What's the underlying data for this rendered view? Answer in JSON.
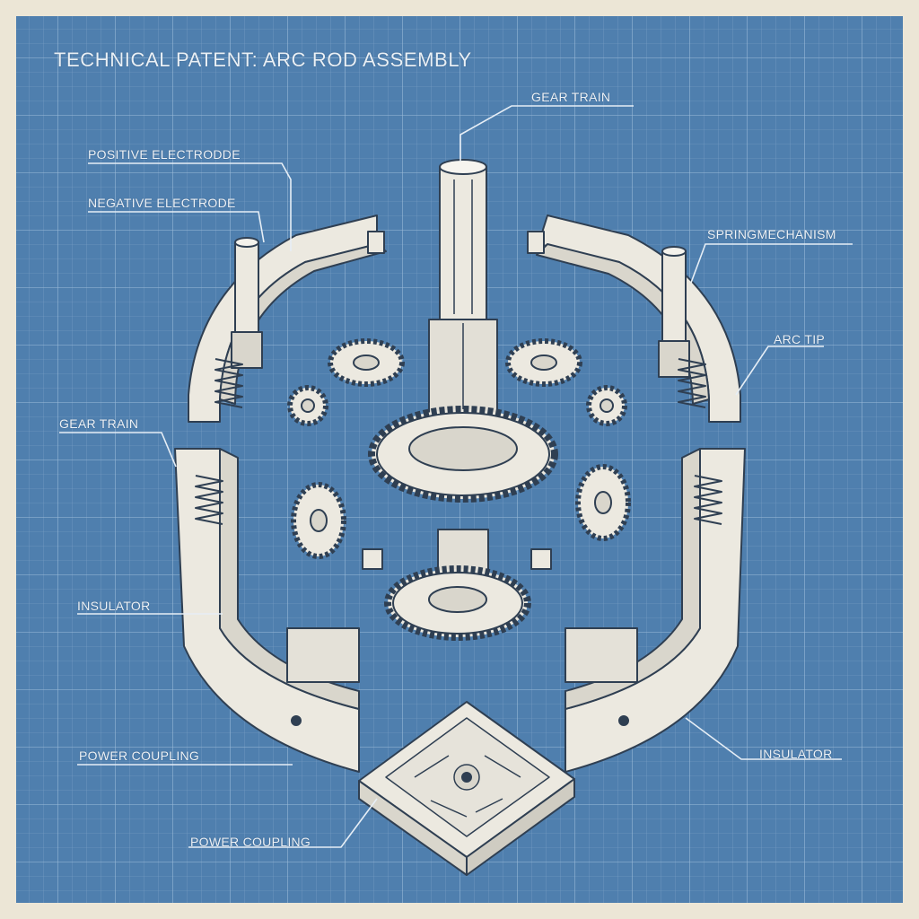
{
  "title": "TECHNICAL PATENT:  ARC ROD ASSEMBLY",
  "labels": {
    "gear_train_top": "GEAR TRAIN",
    "positive_electrode": "POSITIVE ELECTRODDE",
    "negative_electrode": "NEGATIVE ELECTRODE",
    "spring_mechanism": "SPRINGMECHANISM",
    "arc_tip": "ARC TIP",
    "gear_train_left": "GEAR TRAIN",
    "insulator_left": "INSULATOR",
    "power_coupling_left": "POWER COUPLING",
    "insulator_right": "INSULATOR",
    "power_coupling_bottom": "POWER COUPLING"
  },
  "colors": {
    "paper": "#ece6d6",
    "blueprint": "#4f7fae",
    "part_fill": "#ece9e0",
    "part_line": "#2f3f52",
    "leader_line": "#e6eef6"
  }
}
